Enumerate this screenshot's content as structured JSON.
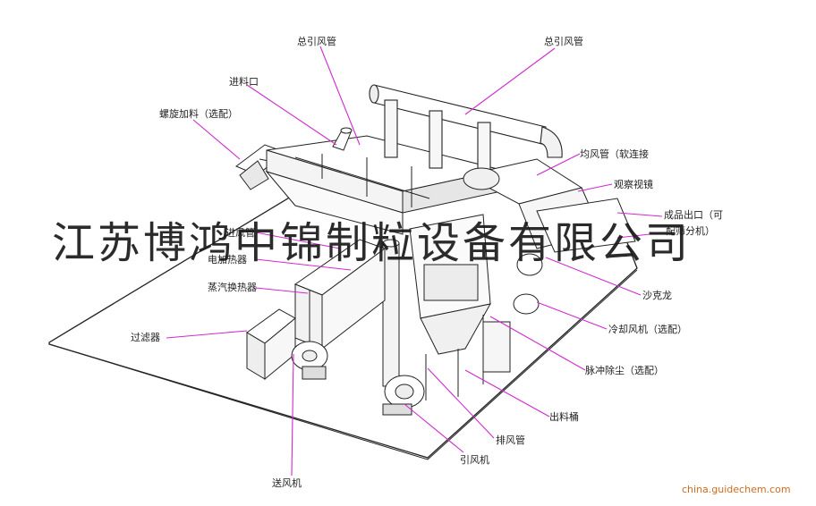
{
  "labels": {
    "main_duct_1": "总引风管",
    "main_duct_2": "总引风管",
    "feed_inlet": "进料口",
    "screw_feeder": "螺旋加料（选配）",
    "balance_duct": "均风管（软连接",
    "sight_glass": "观察视镜",
    "product_outlet_1": "成品出口（可",
    "product_outlet_2": "配筛分机）",
    "air_duct": "进风管",
    "electric_heater": "电加热器",
    "steam_heater": "蒸汽换热器",
    "cyclone": "沙克龙",
    "cooling_fan": "冷却风机（选配）",
    "filter": "过滤器",
    "pulse_dust": "脉冲除尘（选配）",
    "discharge_bucket": "出料桶",
    "exhaust_pipe": "排风管",
    "induced_fan": "引风机",
    "blower": "送风机"
  },
  "watermark": "江苏博鸿中锦制粒设备有限公司",
  "site": "china.guidechem.com"
}
